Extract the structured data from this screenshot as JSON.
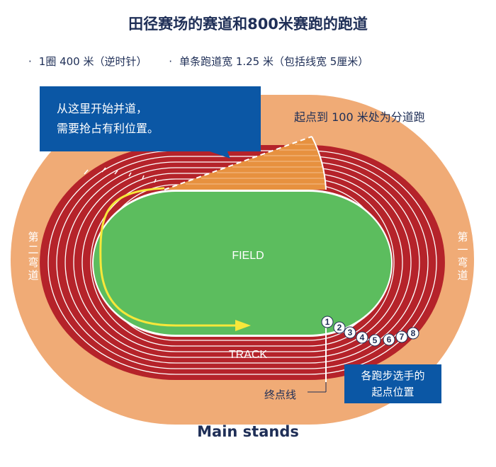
{
  "title": "田径赛场的赛道和800米赛跑的跑道",
  "bullets": [
    "1圈 400 米（逆时针）",
    "单条跑道宽 1.25 米（包括线宽 5厘米）"
  ],
  "callout_merge": [
    "从这里开始并道，",
    "需要抢占有利位置。"
  ],
  "split_label": "起点到 100 米处为分道跑",
  "turn_left": "第二弯道",
  "turn_right": "第一弯道",
  "field_label": "FIELD",
  "track_label": "TRACK",
  "finish_label": "终点线",
  "lanes_callout": [
    "各跑步选手的",
    "起点位置"
  ],
  "lane_numbers": [
    "1",
    "2",
    "3",
    "4",
    "5",
    "6",
    "7",
    "8"
  ],
  "stands_label": "Main stands",
  "colors": {
    "navy_text": "#1f2f57",
    "callout_blue": "#0b57a5",
    "outer_apron": "#f0ab76",
    "track_red": "#b5232a",
    "field_green": "#5cbd5e",
    "lane_line": "#ffffff",
    "zone_orange": "#e7913f",
    "runner_path": "#f7e73a"
  }
}
